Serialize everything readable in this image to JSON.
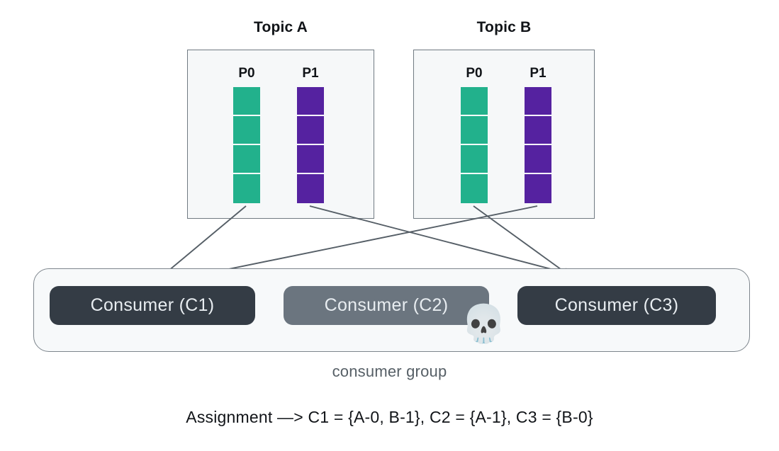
{
  "diagram": {
    "caption": "consumer group",
    "assignment_text": "Assignment —> C1 = {A-0, B-1}, C2 = {A-1}, C3 = {B-0}"
  },
  "colors": {
    "partition_p0": "#22b18c",
    "partition_p1": "#5522a0",
    "consumer_active": "#343c45",
    "consumer_dead": "#6b757f",
    "topic_box_bg": "#f6f8f9",
    "topic_box_border": "#707a82",
    "group_bg": "#f7f9fa",
    "group_border": "#7d858c",
    "arrow": "#555e66"
  },
  "topics": [
    {
      "title": "Topic A",
      "partitions": [
        {
          "label": "P0",
          "color_key": "partition_p0",
          "segments": 4
        },
        {
          "label": "P1",
          "color_key": "partition_p1",
          "segments": 4
        }
      ]
    },
    {
      "title": "Topic B",
      "partitions": [
        {
          "label": "P0",
          "color_key": "partition_p0",
          "segments": 4
        },
        {
          "label": "P1",
          "color_key": "partition_p1",
          "segments": 4
        }
      ]
    }
  ],
  "consumers": [
    {
      "label": "Consumer (C1)",
      "state": "active",
      "dead": false
    },
    {
      "label": "Consumer (C2)",
      "state": "dead",
      "dead": true
    },
    {
      "label": "Consumer (C3)",
      "state": "active",
      "dead": false
    }
  ],
  "icons": {
    "skull": "💀"
  },
  "edges": [
    {
      "from": "TopicA.P0",
      "to": "C1"
    },
    {
      "from": "TopicA.P1",
      "to": "C3"
    },
    {
      "from": "TopicB.P0",
      "to": "C3"
    },
    {
      "from": "TopicB.P1",
      "to": "C1"
    }
  ]
}
